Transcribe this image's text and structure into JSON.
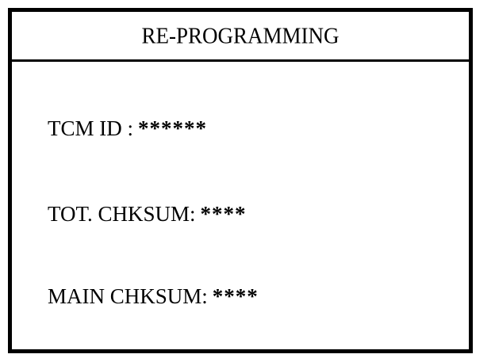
{
  "screen": {
    "title": "RE-PROGRAMMING",
    "rows": [
      {
        "label": "TCM ID :",
        "value": "******"
      },
      {
        "label": "TOT. CHKSUM:",
        "value": "****"
      },
      {
        "label": "MAIN CHKSUM:",
        "value": "****"
      }
    ]
  }
}
